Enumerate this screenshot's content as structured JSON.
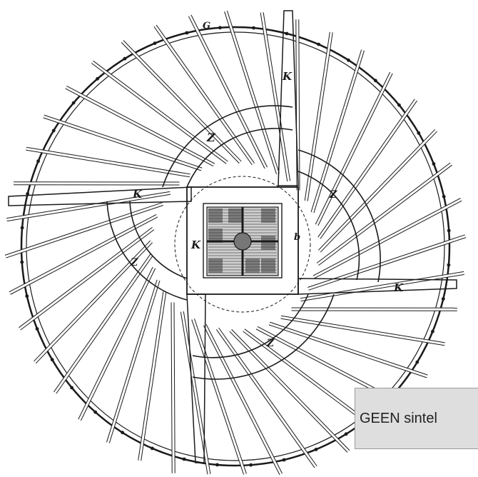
{
  "diagram": {
    "labels": {
      "g": "G",
      "k_top": "K",
      "k_left": "K",
      "k_center": "K",
      "k_right": "K",
      "z_top": "Z",
      "z_right": "Z",
      "z_left": "Z",
      "z_bottom": "Z",
      "b": "b"
    }
  },
  "caption": {
    "text": "GEEN sintel"
  },
  "colors": {
    "ink": "#1a1a1a",
    "caption_bg": "#dedede",
    "caption_border": "#9a9a9a"
  }
}
